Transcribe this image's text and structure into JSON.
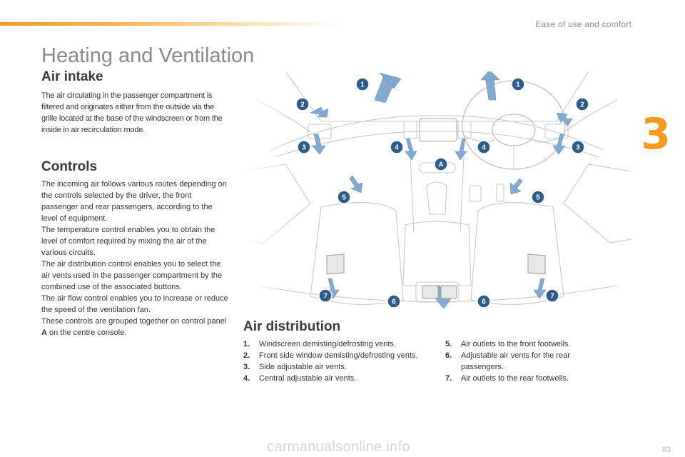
{
  "header": {
    "section_label": "Ease of use and comfort",
    "chapter_number": "3"
  },
  "page": {
    "title": "Heating and Ventilation",
    "number": "83"
  },
  "air_intake": {
    "title": "Air intake",
    "text": "The air circulating in the passenger compartment is filtered and originates either from the outside via the grille located at the base of the windscreen or from the inside in air recirculation mode."
  },
  "controls": {
    "title": "Controls",
    "paragraphs": [
      "The incoming air follows various routes depending on the controls selected by the driver, the front passenger and rear passengers, according to the level of equipment.",
      "The temperature control enables you to obtain the level of comfort required by mixing the air of the various circuits.",
      "The air distribution control enables you to select the air vents used in the passenger compartment by the combined use of the associated buttons.",
      "The air flow control enables you to increase or reduce the speed of the ventilation fan."
    ],
    "last_paragraph_before": "These controls are grouped together on control panel ",
    "panel_label": "A",
    "last_paragraph_after": " on the centre console."
  },
  "illustration": {
    "callouts": [
      "1",
      "2",
      "3",
      "4",
      "5",
      "6",
      "7",
      "A"
    ],
    "colors": {
      "callout": "#2d5b8a",
      "arrow": "#7ea6cf",
      "line": "#c9c9c9"
    }
  },
  "air_distribution": {
    "title": "Air distribution",
    "items": [
      {
        "num": "1.",
        "text": "Windscreen demisting/defrosting vents."
      },
      {
        "num": "2.",
        "text": "Front side window demisting/defrosting vents."
      },
      {
        "num": "3.",
        "text": "Side adjustable air vents."
      },
      {
        "num": "4.",
        "text": "Central adjustable air vents."
      },
      {
        "num": "5.",
        "text": "Air outlets to the front footwells."
      },
      {
        "num": "6.",
        "text": "Adjustable air vents for the rear passengers."
      },
      {
        "num": "7.",
        "text": "Air outlets to the rear footwells."
      }
    ]
  },
  "footer": {
    "watermark": "carmanualsonline.info"
  }
}
